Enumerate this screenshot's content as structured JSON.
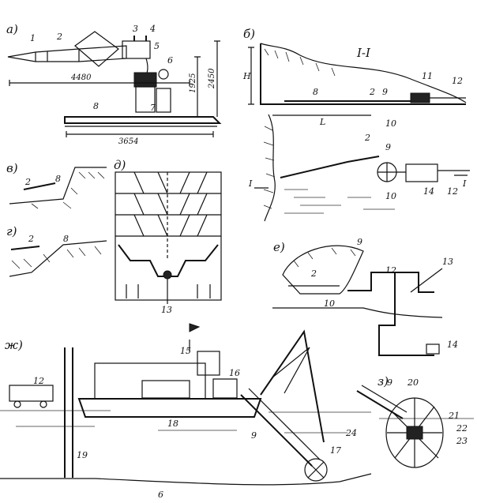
{
  "panels": {
    "a": {
      "letter": "а)",
      "numbers": [
        "1",
        "2",
        "3",
        "4",
        "5",
        "6",
        "7",
        "8"
      ],
      "dims": {
        "length": "4480",
        "height1": "1925",
        "height2": "2450",
        "base": "3654"
      }
    },
    "b": {
      "letter": "б)",
      "section": "I-I",
      "letters": {
        "H": "H",
        "L": "L",
        "I_left": "I",
        "I_right": "I"
      },
      "numbers": {
        "n2": "2",
        "n8": "8",
        "n9": "9",
        "n10": "10",
        "n11": "11",
        "n12": "12",
        "n2b": "2",
        "n9b": "9",
        "n10b": "10",
        "n14": "14",
        "n12b": "12"
      }
    },
    "v": {
      "letter": "в)",
      "numbers": [
        "2",
        "8"
      ]
    },
    "g": {
      "letter": "г)",
      "numbers": [
        "2",
        "8"
      ]
    },
    "d": {
      "letter": "д)",
      "numbers": [
        "13"
      ]
    },
    "e": {
      "letter": "е)",
      "numbers": {
        "n9": "9",
        "n2": "2",
        "n10": "10",
        "n12": "12",
        "n13": "13",
        "n14": "14"
      }
    },
    "zh": {
      "letter": "ж)",
      "numbers": {
        "n12": "12",
        "n15": "15",
        "n16": "16",
        "n18": "18",
        "n19": "19",
        "n9": "9",
        "n24": "24",
        "n17": "17"
      },
      "bottom": "6"
    },
    "z": {
      "letter": "з)",
      "numbers": {
        "n9": "9",
        "n20": "20",
        "n21": "21",
        "n22": "22",
        "n23": "23"
      }
    }
  }
}
